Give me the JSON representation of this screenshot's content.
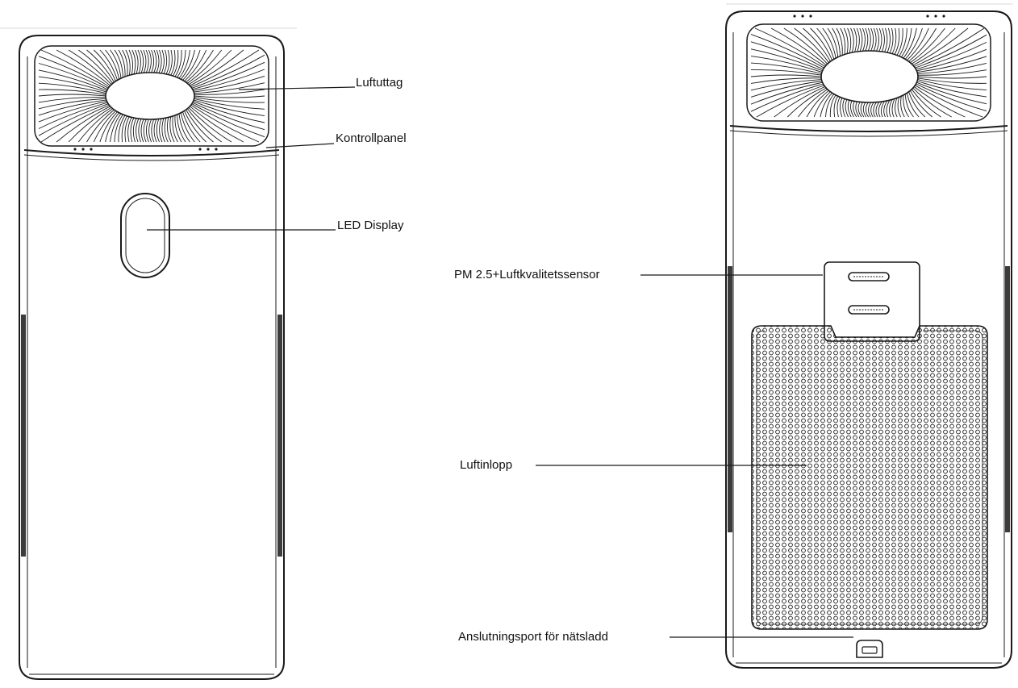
{
  "front_view": {
    "labels": {
      "air_outlet": "Luftuttag",
      "control_panel": "Kontrollpanel",
      "led_display": "LED Display"
    }
  },
  "back_view": {
    "labels": {
      "sensor": "PM 2.5+Luftkvalitetssensor",
      "air_inlet": "Luftinlopp",
      "power_port": "Anslutningsport för nätsladd"
    }
  },
  "colors": {
    "line": "#1a1a1a",
    "background": "#ffffff"
  }
}
